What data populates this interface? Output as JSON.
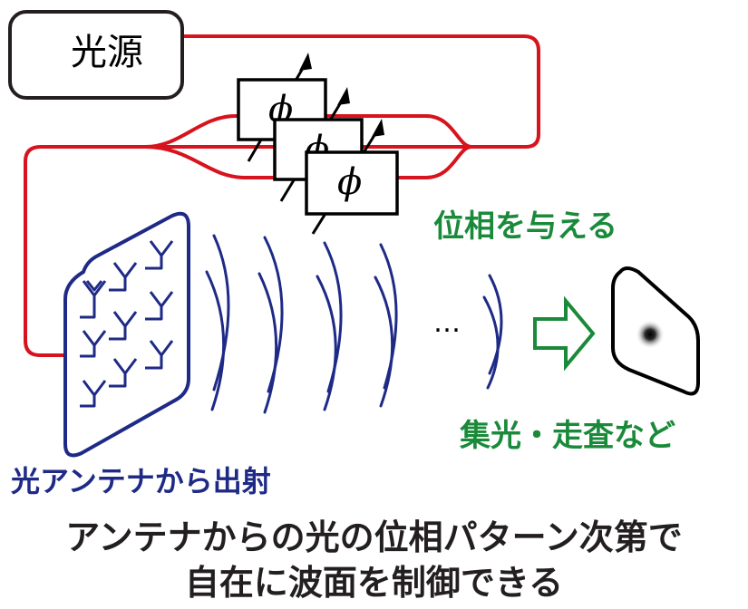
{
  "light_source": "光源",
  "phase_symbol": "ϕ",
  "phase_label": "位相を与える",
  "focus_label": "集光・走査など",
  "emit_label": "光アンテナから出射",
  "ellipsis": "…",
  "caption": {
    "line1": "アンテナからの光の位相パターン次第で",
    "line2": "自在に波面を制御できる"
  },
  "colors": {
    "waveguide": "#d7131d",
    "antenna": "#1e2a86",
    "green": "#1a8a3a",
    "black": "#000000"
  }
}
